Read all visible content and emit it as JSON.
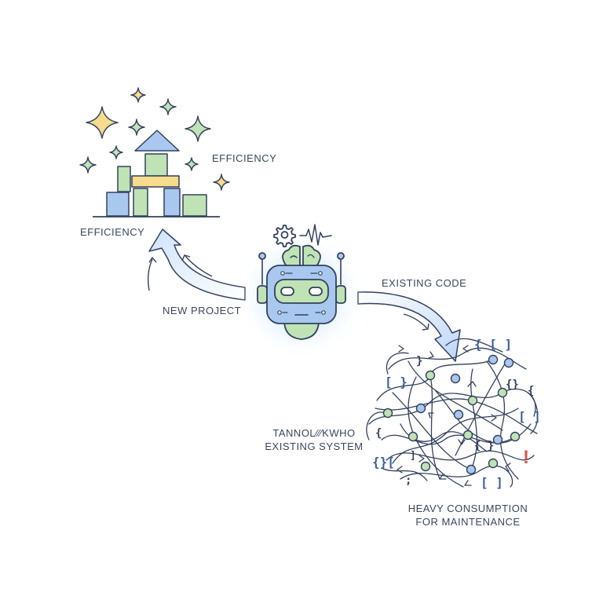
{
  "labels": {
    "efficiency_top": "EFFICIENCY",
    "efficiency_left": "EFFICIENCY",
    "new_project": "NEW PROJECT",
    "existing_code": "EXISTING CODE",
    "existing_system_line1": "TANNOL∕⁄∕KWHO",
    "existing_system_line2": "EXISTING SYSTEM",
    "heavy_line1": "HEAVY CONSUMPTION",
    "heavy_line2": "FOR MAINTENANCE"
  },
  "code_glyphs": [
    "{ [ ]",
    "[ }",
    "{ }",
    "[ ]",
    "{}[",
    "[ ]",
    "{}",
    "]",
    "{",
    "}",
    ";",
    "{"
  ],
  "alert_symbol": "!",
  "colors": {
    "ink": "#34405e",
    "blue": "#a9c8ef",
    "green": "#bfe3b4",
    "yellow": "#f6dc8c",
    "glow": "#b9dcff",
    "alert": "#e0524a"
  }
}
